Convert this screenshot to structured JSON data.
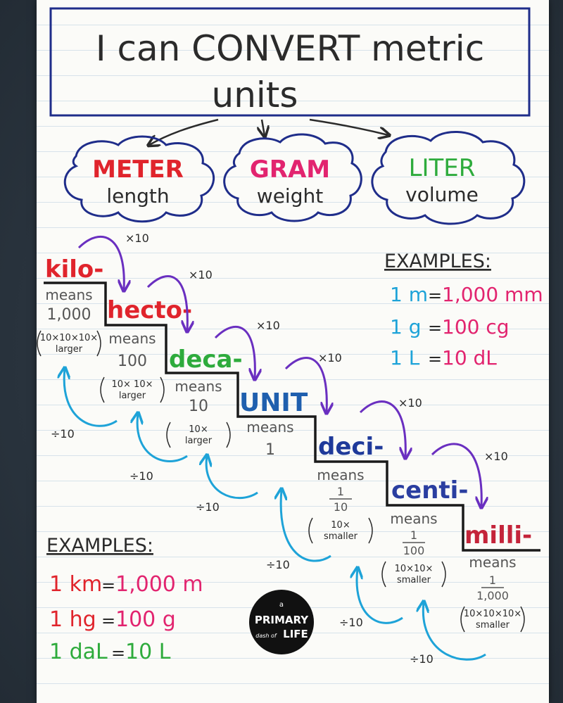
{
  "title": {
    "line1": "I can CONVERT metric",
    "line2": "units"
  },
  "clouds": [
    {
      "unit": "METER",
      "measure": "length",
      "color": "#e0242c"
    },
    {
      "unit": "GRAM",
      "measure": "weight",
      "color": "#e2246f"
    },
    {
      "unit": "LITER",
      "measure": "volume",
      "color": "#2eab3c"
    }
  ],
  "multiply_label": "×10",
  "divide_label": "÷10",
  "steps": [
    {
      "prefix": "kilo-",
      "color": "#e0242c",
      "means": "means",
      "value": "1,000",
      "detail": "10×10×10× larger",
      "detail_lines": [
        "10×10×10×",
        "larger"
      ]
    },
    {
      "prefix": "hecto-",
      "color": "#e0242c",
      "means": "means",
      "value": "100",
      "detail": "10× 10× larger",
      "detail_lines": [
        "10× 10×",
        "larger"
      ]
    },
    {
      "prefix": "deca-",
      "color": "#2eab3c",
      "means": "means",
      "value": "10",
      "detail": "10× larger",
      "detail_lines": [
        "10×",
        "larger"
      ]
    },
    {
      "prefix": "UNIT",
      "color": "#1f5fae",
      "means": "means",
      "value": "1",
      "detail": "",
      "detail_lines": []
    },
    {
      "prefix": "deci-",
      "color": "#1f3a9a",
      "means": "means",
      "value": "1/10",
      "detail": "10× smaller",
      "detail_lines": [
        "10×",
        "smaller"
      ]
    },
    {
      "prefix": "centi-",
      "color": "#2a3ea0",
      "means": "means",
      "value": "1/100",
      "detail": "10×10× smaller",
      "detail_lines": [
        "10×10×",
        "smaller"
      ]
    },
    {
      "prefix": "milli-",
      "color": "#c4243a",
      "means": "means",
      "value": "1/1,000",
      "detail": "10×10×10× smaller",
      "detail_lines": [
        "10×10×10×",
        "smaller"
      ]
    }
  ],
  "examples_right": {
    "heading": "EXAMPLES:",
    "rows": [
      {
        "left": "1 m",
        "eq": "=",
        "right": "1,000 mm"
      },
      {
        "left": "1 g",
        "eq": "=",
        "right": "100 cg"
      },
      {
        "left": "1 L",
        "eq": "=",
        "right": "10 dL"
      }
    ]
  },
  "examples_left": {
    "heading": "EXAMPLES:",
    "rows": [
      {
        "left": "1 km",
        "eq": "=",
        "right": "1,000 m"
      },
      {
        "left": "1 hg",
        "eq": "=",
        "right": "100 g"
      },
      {
        "left": "1 daL",
        "eq": "=",
        "right": "10 L"
      }
    ]
  },
  "logo": {
    "top": "a",
    "main": "PRIMARY",
    "bottom_left": "dash of",
    "bottom_right": "LIFE"
  },
  "colors": {
    "ink": "#2b2b2b",
    "box": "#1f2d8a",
    "cloud": "#1f2d8a",
    "gray": "#555555",
    "multiply_arrow": "#6a2fc0",
    "divide_arrow": "#1ea3d8",
    "ex_blue": "#1ea3d8",
    "ex_pink": "#e2246f",
    "ex_red": "#e0242c",
    "ex_green": "#2eab3c"
  }
}
